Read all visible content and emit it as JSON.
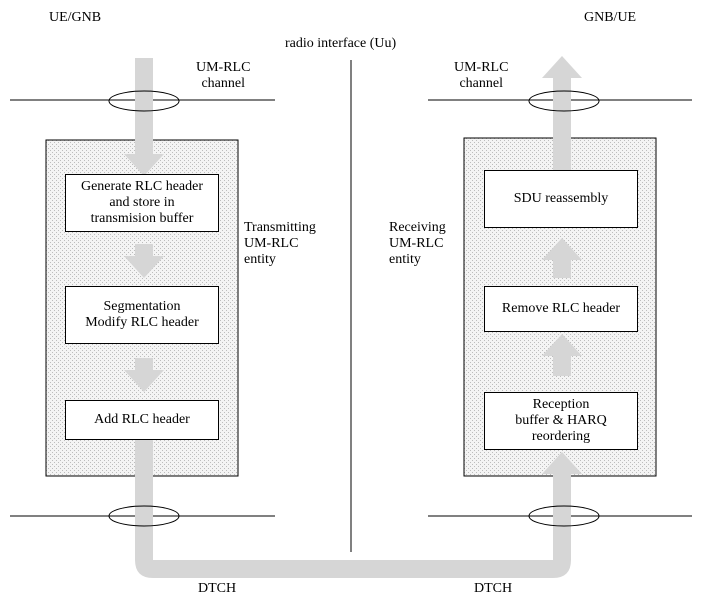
{
  "left_node": "UE/GNB",
  "right_node": "GNB/UE",
  "radio_interface": "radio interface (Uu)",
  "left_channel": "UM-RLC\nchannel",
  "right_channel": "UM-RLC\nchannel",
  "tx_entity_label": "Transmitting\nUM-RLC\nentity",
  "rx_entity_label": "Receiving\nUM-RLC\nentity",
  "tx_steps": [
    "Generate RLC header\nand store in\ntransmision buffer",
    "Segmentation\nModify RLC header",
    "Add RLC header"
  ],
  "rx_steps": [
    "SDU reassembly",
    "Remove RLC header",
    "Reception\nbuffer & HARQ\nreordering"
  ],
  "left_dtch": "DTCH",
  "right_dtch": "DTCH",
  "colors": {
    "arrow": "#d6d6d6",
    "entity_fill": "#ececec",
    "line": "#000000"
  }
}
